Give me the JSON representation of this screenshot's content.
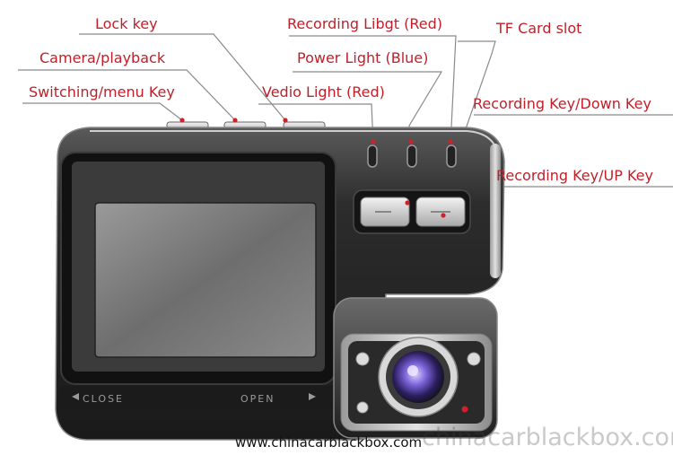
{
  "labels": {
    "lock_key": "Lock key",
    "camera_playback": "Camera/playback",
    "switching_menu": "Switching/menu Key",
    "recording_light": "Recording Libgt (Red)",
    "power_light": "Power Light (Blue)",
    "video_light": "Vedio Light (Red)",
    "tf_card_slot": "TF Card slot",
    "recording_down": "Recording Key/Down Key",
    "recording_up": "Recording Key/UP Key"
  },
  "device_text": {
    "close": "CLOSE",
    "open": "OPEN"
  },
  "footer": {
    "website": "www.chinacarblackbox.com",
    "watermark": "chinacarblackbox.com"
  },
  "colors": {
    "label_red": "#c0202a",
    "leader_gray": "#8a8a8a",
    "dot_red": "#d0202a"
  }
}
